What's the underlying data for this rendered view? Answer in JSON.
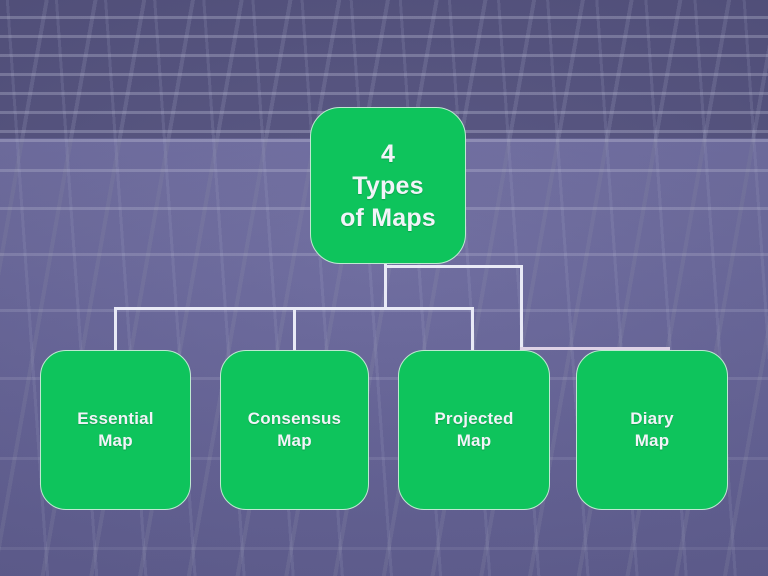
{
  "slide": {
    "title": "4 Types of Maps diagram",
    "background_color": "#605e90",
    "node_fill_color": "#0ec45c",
    "node_text_color": "#f2f3f8",
    "connector_color": "#e9eaf6"
  },
  "diagram": {
    "root": {
      "id": "root-node",
      "lines": [
        "4",
        "Types",
        "of Maps"
      ]
    },
    "children": [
      {
        "id": "leaf-essential",
        "lines": [
          "Essential",
          "Map"
        ]
      },
      {
        "id": "leaf-consensus",
        "lines": [
          "Consensus",
          "Map"
        ]
      },
      {
        "id": "leaf-projected",
        "lines": [
          "Projected",
          "Map"
        ]
      },
      {
        "id": "leaf-diary",
        "lines": [
          "Diary",
          "Map"
        ]
      }
    ]
  }
}
